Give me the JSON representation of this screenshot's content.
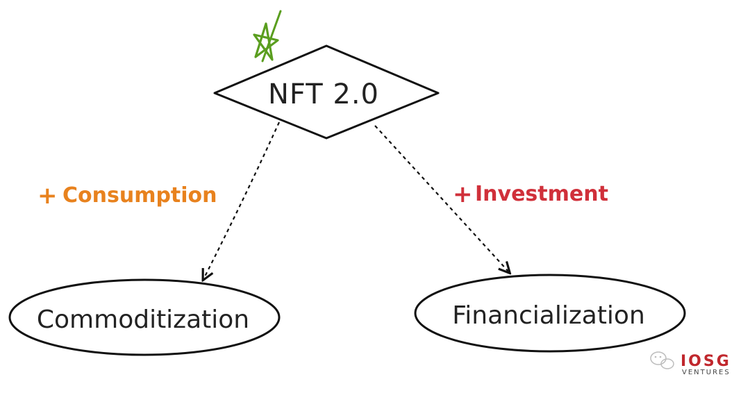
{
  "diagram": {
    "root": {
      "label": "NFT 2.0"
    },
    "nodes": {
      "left": {
        "label": "Commoditization"
      },
      "right": {
        "label": "Financialization"
      }
    },
    "edges": {
      "left": {
        "sign": "+",
        "label": "Consumption",
        "color": "#e8821e"
      },
      "right": {
        "sign": "+",
        "label": "Investment",
        "color": "#d0303a"
      }
    },
    "star": {
      "icon": "star-doodle-icon",
      "color": "#5a9e1f"
    }
  },
  "watermark": {
    "brand": "IOSG",
    "sub": "VENTURES",
    "icon": "wechat-icon",
    "color": "#c0272d"
  }
}
